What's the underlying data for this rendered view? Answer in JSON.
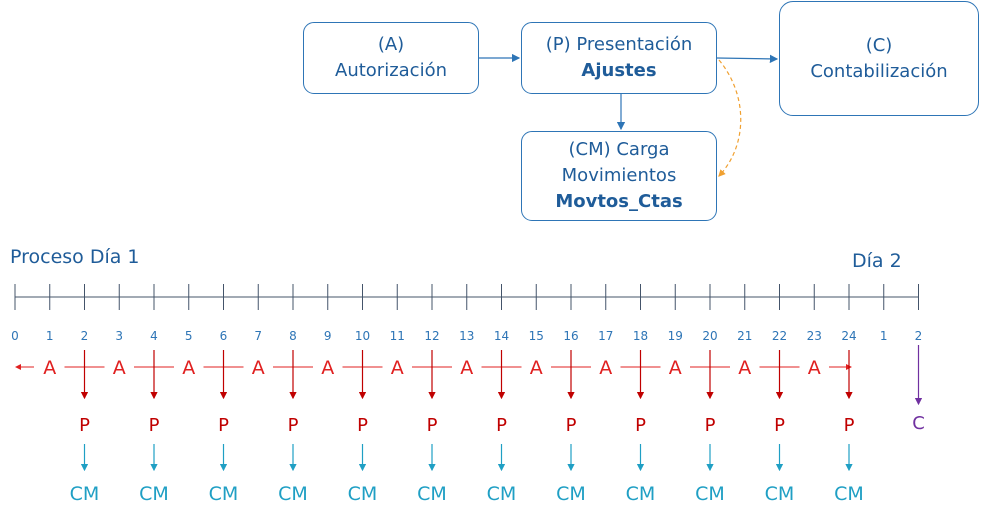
{
  "boxes": {
    "a": {
      "line1": "(A)",
      "line2": "Autorización"
    },
    "p": {
      "line1": "(P) Presentación",
      "line2": "Ajustes"
    },
    "cm": {
      "line1": "(CM) Carga",
      "line2": "Movimientos",
      "line3": "Movtos_Ctas"
    },
    "c": {
      "line1": "(C)",
      "line2": "Contabilización"
    }
  },
  "timeline": {
    "title_day1": "Proceso Día 1",
    "title_day2": "Día 2",
    "ticks": [
      "0",
      "1",
      "2",
      "3",
      "4",
      "5",
      "6",
      "7",
      "8",
      "9",
      "10",
      "11",
      "12",
      "13",
      "14",
      "15",
      "16",
      "17",
      "18",
      "19",
      "20",
      "21",
      "22",
      "23",
      "24",
      "1",
      "2"
    ],
    "a_label": "A",
    "p_label": "P",
    "cm_label": "CM",
    "c_label": "C"
  },
  "colors": {
    "box_border": "#2e75b6",
    "box_text": "#1f5c99",
    "a_color": "#e02020",
    "p_color": "#c00000",
    "cm_color": "#1f9fc4",
    "c_color": "#7030a0",
    "timeline": "#44546a",
    "dashed": "#f0a030"
  }
}
